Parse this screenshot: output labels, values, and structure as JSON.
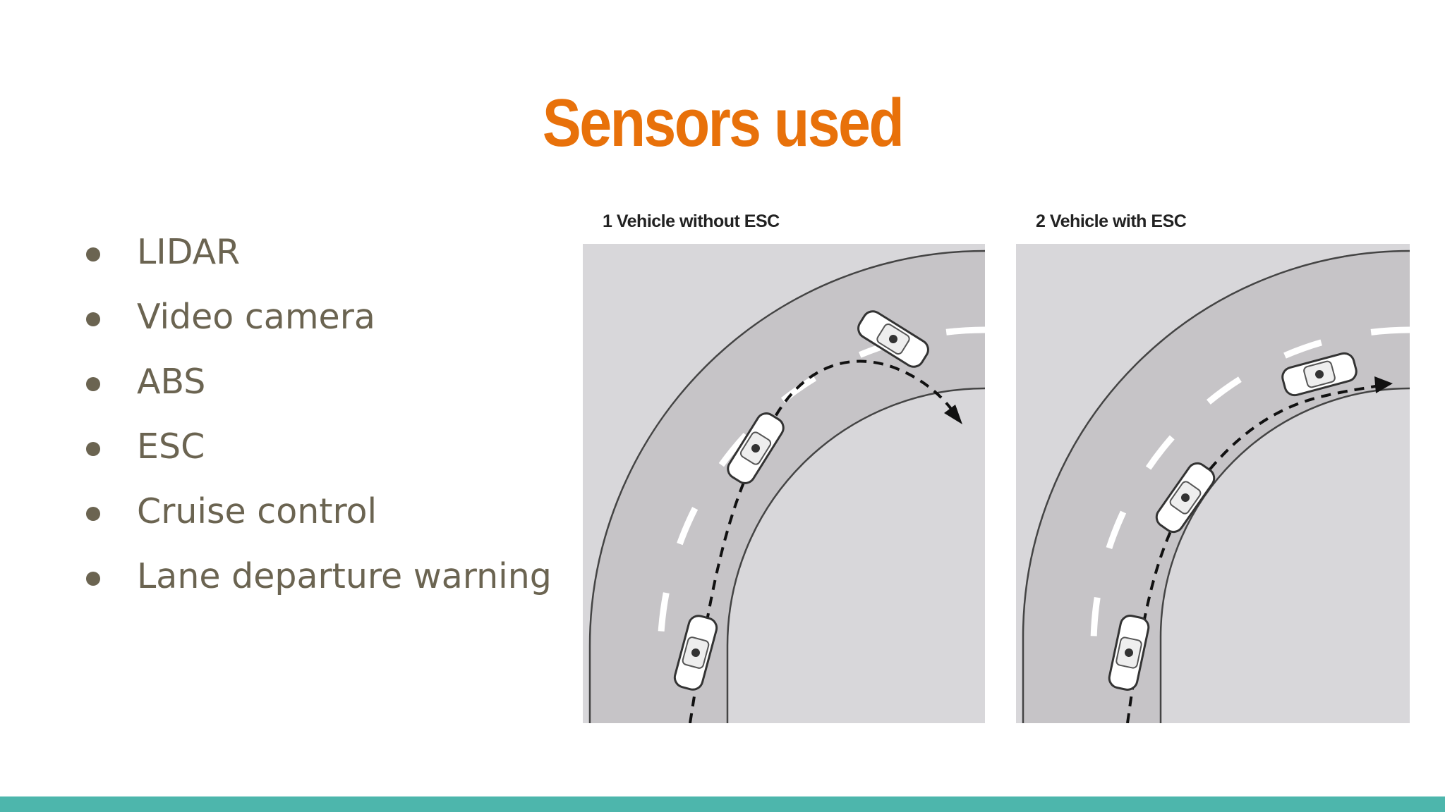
{
  "slide": {
    "title": "Sensors used",
    "bullets": [
      {
        "label": "LIDAR"
      },
      {
        "label": "Video camera"
      },
      {
        "label": "ABS"
      },
      {
        "label": "ESC"
      },
      {
        "label": "Cruise control"
      },
      {
        "label": "Lane departure warning"
      }
    ]
  },
  "figure": {
    "panels": [
      {
        "title": "1 Vehicle without ESC",
        "car_icon": "car-topview-icon",
        "arrow_icon": "arrow-right-icon"
      },
      {
        "title": "2 Vehicle with ESC",
        "car_icon": "car-topview-icon",
        "arrow_icon": "arrow-right-icon"
      }
    ]
  },
  "colors": {
    "title": "#E8710A",
    "text": "#6B6451",
    "bullet": "#6B6451",
    "footer_bar": "#4DB6AC",
    "road": "#C6C4C7",
    "off_road": "#D8D7DA",
    "lane_marking": "#FFFFFF"
  }
}
